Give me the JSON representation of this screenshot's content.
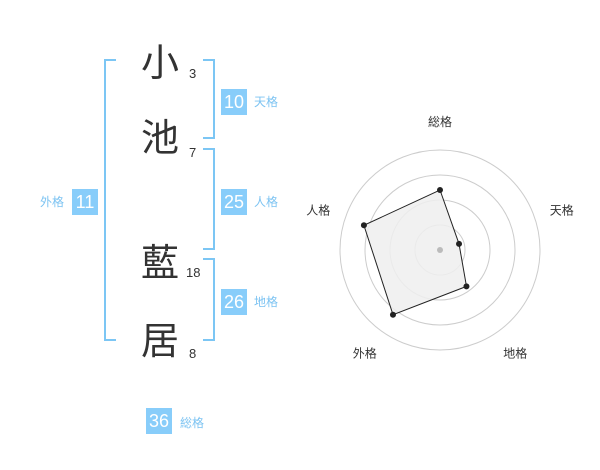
{
  "name": {
    "characters": [
      {
        "char": "小",
        "strokes": "3"
      },
      {
        "char": "池",
        "strokes": "7"
      },
      {
        "char": "藍",
        "strokes": "18"
      },
      {
        "char": "居",
        "strokes": "8"
      }
    ]
  },
  "fortunes": {
    "tenkaku": {
      "value": "10",
      "label": "天格"
    },
    "jinkaku": {
      "value": "25",
      "label": "人格"
    },
    "chikaku": {
      "value": "26",
      "label": "地格"
    },
    "gaikaku": {
      "value": "11",
      "label": "外格"
    },
    "soukaku": {
      "value": "36",
      "label": "総格"
    }
  },
  "chart_data": {
    "type": "radar",
    "axes": [
      "総格",
      "天格",
      "地格",
      "外格",
      "人格"
    ],
    "values": [
      0.6,
      0.2,
      0.45,
      0.8,
      0.8
    ],
    "range": [
      0,
      1
    ],
    "rings": 4,
    "colors": {
      "fill": "#eeeeee",
      "stroke": "#222222",
      "grid": "#cccccc",
      "center": "#bbbbbb"
    }
  },
  "colors": {
    "badge": "#88cdfa",
    "bracket": "#7cc6f4",
    "label": "#7cc3f2"
  }
}
